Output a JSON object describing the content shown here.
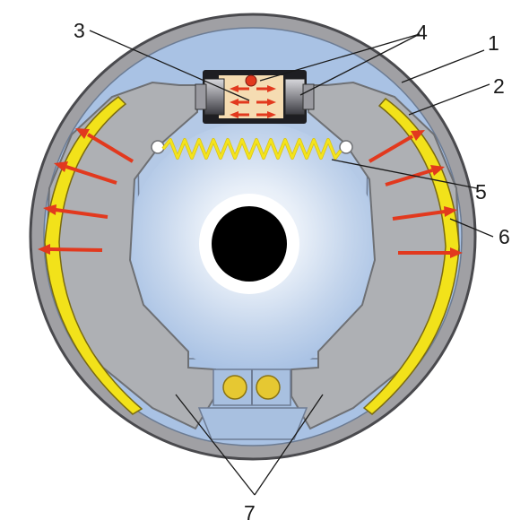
{
  "labels": {
    "drum": "1",
    "shoe": "2",
    "cylinder": "3",
    "pistons": "4",
    "spring": "5",
    "lining": "6",
    "anchor": "7"
  },
  "colors": {
    "drum": "#a0a0a4",
    "drum_outline": "#4a4a4e",
    "backing_plate": "#a9c2e4",
    "shoe": "#aeb0b4",
    "shoe_outline": "#6e7074",
    "lining": "#f2e21a",
    "lining_outline": "#7a6a10",
    "spring": "#f4e41c",
    "hub_light": "#f3f7fc",
    "hub_mid": "#c9d9ee",
    "hub_hole": "#000000",
    "cylinder_body": "#f5dcb2",
    "cylinder_frame": "#1e1e22",
    "pressure_arrow": "#e2391e",
    "anchor_pin": "#e6c832",
    "anchor_block": "#a8c0e0"
  },
  "icons": {
    "arrows": "pressure-arrow-icon",
    "pins": "anchor-pin-icon"
  }
}
